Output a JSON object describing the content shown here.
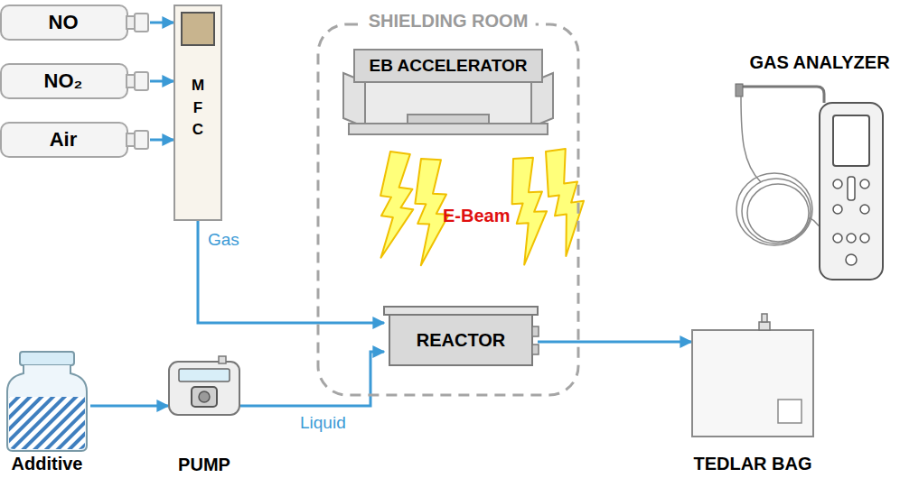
{
  "diagram": {
    "nodes": [
      {
        "text": [
          "NO"
        ]
      },
      {
        "text": [
          "NO₂"
        ]
      },
      {
        "text": [
          "Air"
        ]
      },
      {
        "text": [
          "M F C"
        ]
      },
      {
        "text": [
          "SHIELDING ROOM"
        ]
      },
      {
        "text": [
          "EB ACCELERATOR"
        ],
        "in": 4
      },
      {
        "text": [
          "REACTOR"
        ],
        "in": 4
      },
      {
        "text": [
          "GAS ANALYZER"
        ]
      },
      {
        "text": [
          "Additive"
        ]
      },
      {
        "text": [
          "PUMP"
        ]
      },
      {
        "text": [
          "TEDLAR BAG"
        ]
      }
    ],
    "edges": [
      {
        "from": 0,
        "to": 3,
        "arrow": "to"
      },
      {
        "from": 1,
        "to": 3,
        "arrow": "to"
      },
      {
        "from": 2,
        "to": 3,
        "arrow": "to"
      },
      {
        "from": 3,
        "to": 6,
        "label": "Gas",
        "arrow": "to"
      },
      {
        "from": 8,
        "to": 9,
        "arrow": "to"
      },
      {
        "from": 9,
        "to": 6,
        "label": "Liquid",
        "arrow": "to"
      },
      {
        "from": 6,
        "to": 10,
        "arrow": "to"
      }
    ],
    "labels": [
      "E-Beam"
    ]
  }
}
